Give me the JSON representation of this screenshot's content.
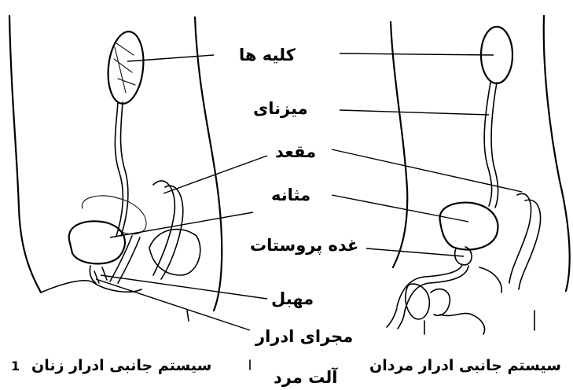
{
  "labels": {
    "kidneys": "کلیه ها",
    "ureters": "میزنای",
    "rectum": "مقعد",
    "bladder": "مثانه",
    "prostate": "غده پروستات",
    "vagina": "مهبل",
    "urethra": "مجرای ادرار",
    "penis": "آلت مرد"
  },
  "captions": {
    "female": "سیستم جانبی ادرار زنان",
    "male": "سیستم جانبی ادرار مردان",
    "figure_number": "1"
  }
}
